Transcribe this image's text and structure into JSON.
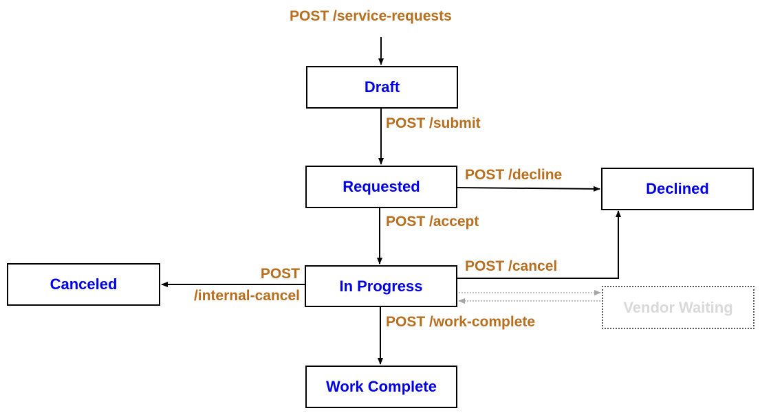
{
  "colors": {
    "state_text": "#0000e6",
    "transition_text": "#b76e1e",
    "inactive_text": "#d9d9d9",
    "arrow": "#000000",
    "inactive_arrow": "#a6a6a6"
  },
  "states": {
    "draft": "Draft",
    "requested": "Requested",
    "declined": "Declined",
    "canceled": "Canceled",
    "in_progress": "In Progress",
    "vendor_waiting": "Vendor Waiting",
    "work_complete": "Work Complete"
  },
  "transitions": {
    "create": "POST /service-requests",
    "submit": "POST /submit",
    "decline": "POST /decline",
    "accept": "POST /accept",
    "cancel": "POST /cancel",
    "internal_cancel_line1": "POST",
    "internal_cancel_line2": "/internal-cancel",
    "work_complete": "POST /work-complete"
  }
}
